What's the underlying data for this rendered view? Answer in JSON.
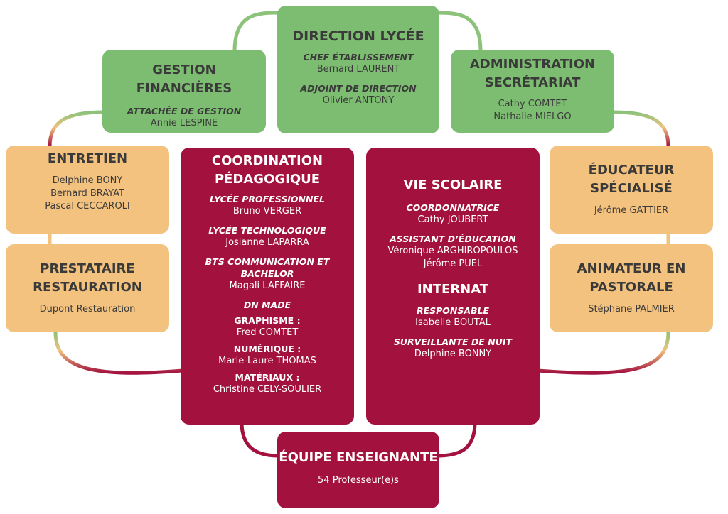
{
  "colors": {
    "green": "#7dbd71",
    "orange": "#f3c27f",
    "red": "#a3123e"
  },
  "direction": {
    "title": "DIRECTION LYCÉE",
    "roles": [
      {
        "role": "CHEF ÉTABLISSEMENT",
        "name": "Bernard LAURENT"
      },
      {
        "role": "ADJOINT DE DIRECTION",
        "name": "Olivier ANTONY"
      }
    ]
  },
  "gestion": {
    "title": "GESTION FINANCIÈRES",
    "role": "ATTACHÉE DE GESTION",
    "name": "Annie LESPINE"
  },
  "administration": {
    "title_line1": "ADMINISTRATION",
    "title_line2": "SECRÉTARIAT",
    "names": [
      "Cathy COMTET",
      "Nathalie MIELGO"
    ]
  },
  "entretien": {
    "title": "ENTRETIEN",
    "names": [
      "Delphine BONY",
      "Bernard BRAYAT",
      "Pascal CECCAROLI"
    ]
  },
  "prestataire": {
    "title_line1": "PRESTATAIRE",
    "title_line2": "RESTAURATION",
    "name": "Dupont Restauration"
  },
  "educateur": {
    "title_line1": "ÉDUCATEUR",
    "title_line2": "SPÉCIALISÉ",
    "name": "Jérôme GATTIER"
  },
  "animateur": {
    "title_line1": "ANIMATEUR EN",
    "title_line2": "PASTORALE",
    "name": "Stéphane PALMIER"
  },
  "coordination": {
    "title_line1": "COORDINATION",
    "title_line2": "PÉDAGOGIQUE",
    "lycee_pro_role": "LYCÉE PROFESSIONNEL",
    "lycee_pro_name": "Bruno VERGER",
    "lycee_tech_role": "LYCÉE TECHNOLOGIQUE",
    "lycee_tech_name": "Josianne LAPARRA",
    "bts_role_line1": "BTS COMMUNICATION ET",
    "bts_role_line2": "BACHELOR",
    "bts_name": "Magali LAFFAIRE",
    "dn_made": "DN MADE",
    "graphisme_label": "GRAPHISME :",
    "graphisme_name": "Fred COMTET",
    "numerique_label": "NUMÉRIQUE :",
    "numerique_name": "Marie-Laure THOMAS",
    "materiaux_label": "MATÉRIAUX :",
    "materiaux_name": "Christine CELY-SOULIER"
  },
  "vie_scolaire": {
    "title": "VIE SCOLAIRE",
    "coord_role": "COORDONNATRICE",
    "coord_name": "Cathy JOUBERT",
    "assistant_role": "ASSISTANT D’ÉDUCATION",
    "assistant_names": [
      "Véronique ARGHIROPOULOS",
      "Jérôme PUEL"
    ],
    "internat_title": "INTERNAT",
    "resp_role": "RESPONSABLE",
    "resp_name": "Isabelle BOUTAL",
    "nuit_role": "SURVEILLANTE DE NUIT",
    "nuit_name": "Delphine BONNY"
  },
  "equipe": {
    "title": "ÉQUIPE ENSEIGNANTE",
    "count": "54 Professeur(e)s"
  }
}
